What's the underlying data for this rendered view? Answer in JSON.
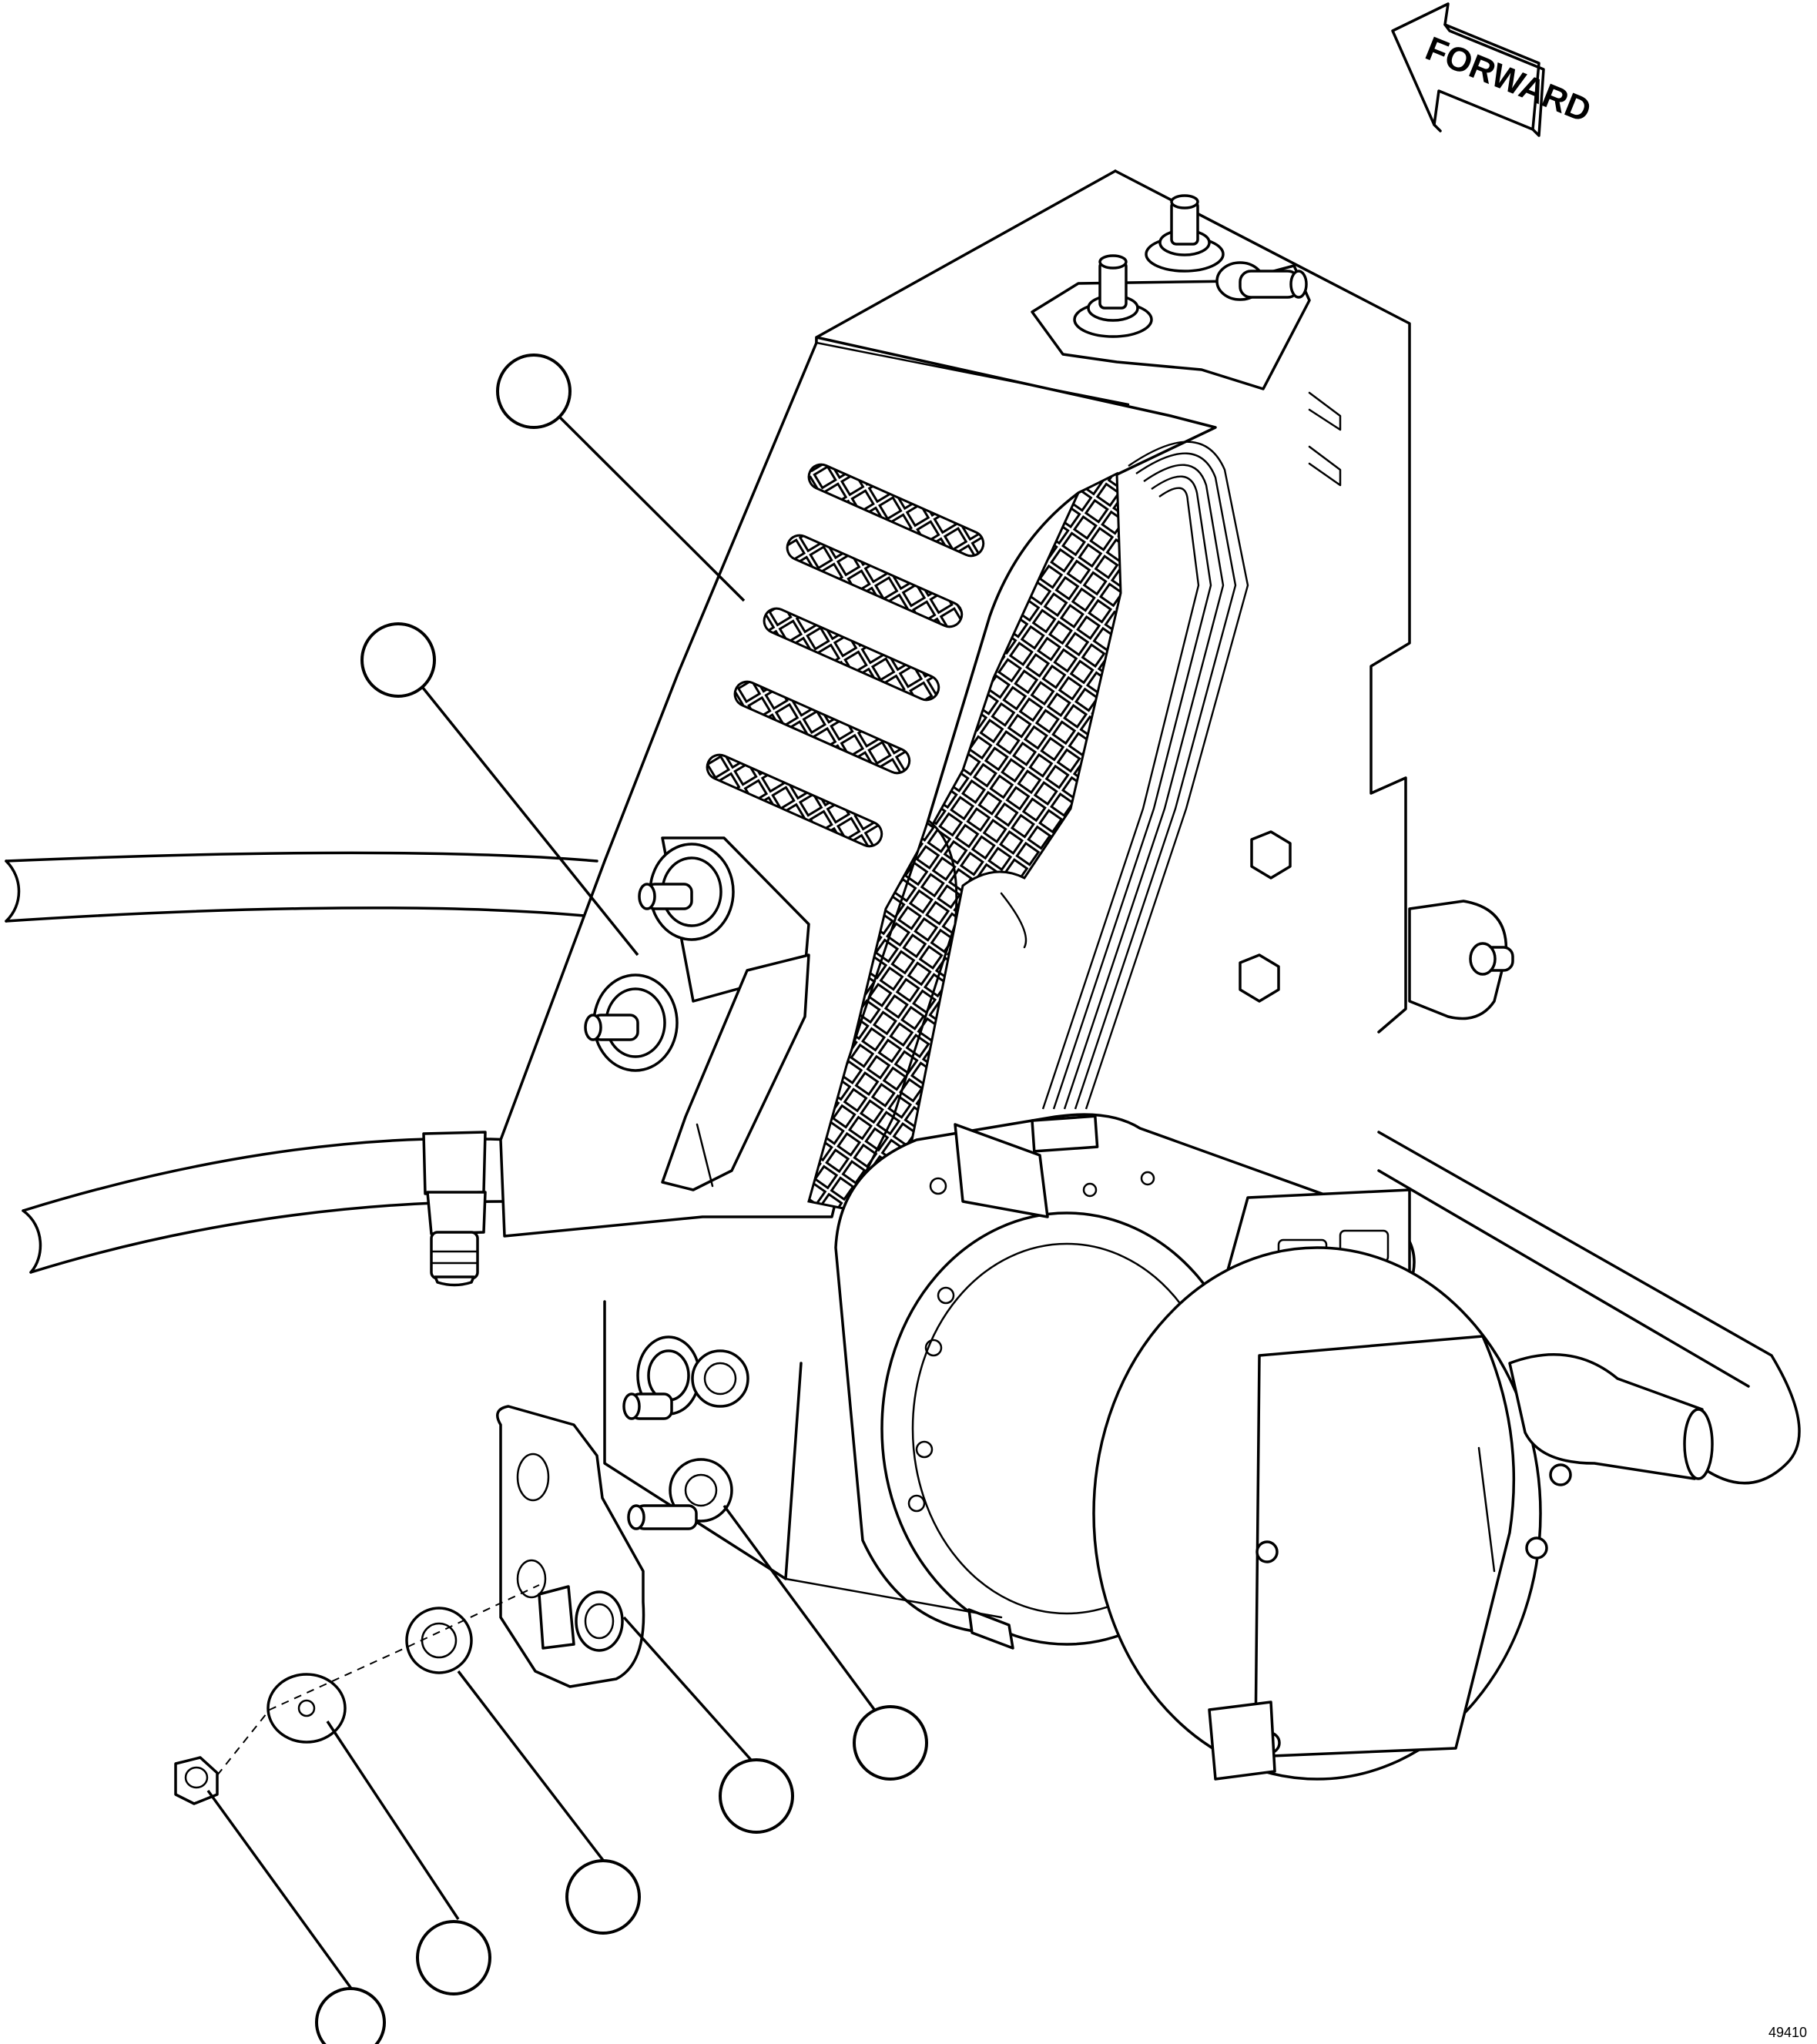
{
  "direction_arrow": {
    "label": "FORWARD"
  },
  "figure_code": "49410",
  "callouts": [
    {
      "id": "callout-1",
      "label": ""
    },
    {
      "id": "callout-2",
      "label": ""
    },
    {
      "id": "callout-3",
      "label": ""
    },
    {
      "id": "callout-4",
      "label": ""
    },
    {
      "id": "callout-5",
      "label": ""
    },
    {
      "id": "callout-6",
      "label": ""
    },
    {
      "id": "callout-7",
      "label": ""
    }
  ],
  "colors": {
    "line": "#000000",
    "background": "#ffffff"
  }
}
